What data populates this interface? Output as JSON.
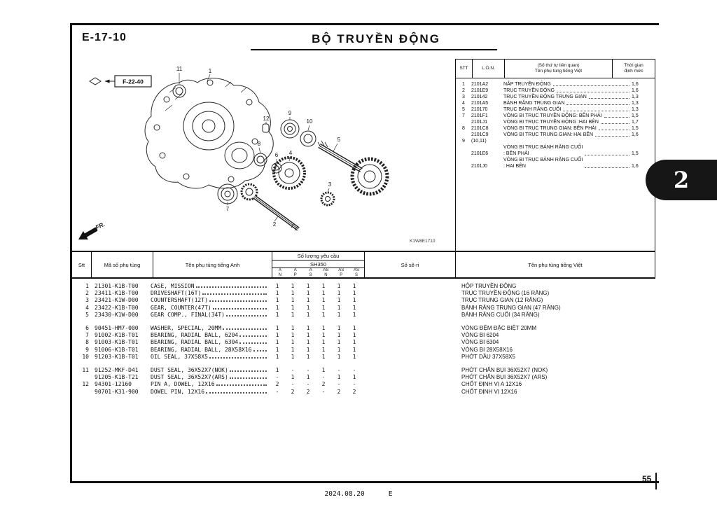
{
  "header": {
    "code": "E-17-10",
    "title": "BỘ TRUYỀN ĐỘNG"
  },
  "tab": {
    "label": "2"
  },
  "footer": {
    "date": "2024.08.20",
    "edition": "E",
    "page_number": "55"
  },
  "diagram": {
    "ref_label": "F-22-40",
    "drawing_code": "K1W8E1710",
    "fr_label": "FR.",
    "callouts": [
      "1",
      "2",
      "3",
      "4",
      "5",
      "6",
      "7",
      "8",
      "9",
      "10",
      "11",
      "12"
    ]
  },
  "ref_table": {
    "headers": {
      "stt": "STT",
      "lon": "L.O.N.",
      "name_line1": "(Số thứ tự liên quan)",
      "name_line2": "Tên phụ tùng tiếng Việt",
      "time_line1": "Thời gian",
      "time_line2": "định mức"
    },
    "rows": [
      {
        "stt": "1",
        "lon": "2101A2",
        "name": "NẮP TRUYỀN ĐỘNG",
        "time": "1,6"
      },
      {
        "stt": "2",
        "lon": "2101E9",
        "name": "TRỤC TRUYỀN ĐỘNG",
        "time": "1,6"
      },
      {
        "stt": "3",
        "lon": "210142",
        "name": "TRỤC TRUYỀN ĐỘNG TRUNG GIAN",
        "time": "1,3"
      },
      {
        "stt": "4",
        "lon": "2101A5",
        "name": "BÁNH RĂNG TRUNG GIAN",
        "time": "1,3"
      },
      {
        "stt": "5",
        "lon": "210170",
        "name": "TRỤC BÁNH RĂNG CUỐI",
        "time": "1,3"
      },
      {
        "stt": "7",
        "lon": "2101F1",
        "name": "VÒNG BI TRỤC TRUYỀN ĐỘNG: BÊN PHẢI",
        "time": "1,5"
      },
      {
        "stt": "",
        "lon": "2101J1",
        "name": "VÒNG BI TRỤC TRUYỀN ĐỘNG :HAI BÊN",
        "time": "1,7"
      },
      {
        "stt": "8",
        "lon": "2101C8",
        "name": "VÒNG BI TRỤC TRUNG GIAN: BÊN PHẢI",
        "time": "1,5"
      },
      {
        "stt": "",
        "lon": "2101C9",
        "name": "VÒNG BI TRỤC TRUNG GIAN: HAI BÊN",
        "time": "1,6"
      },
      {
        "stt": "9",
        "lon": "(10,11)",
        "name": "",
        "time": ""
      },
      {
        "stt": "",
        "lon": "2101E6",
        "name": "VÒNG BI TRỤC BÁNH RĂNG CUỐI\n: BÊN PHẢI",
        "time": "1,5"
      },
      {
        "stt": "",
        "lon": "2101J0",
        "name": "VÒNG BI TRỤC BÁNH RĂNG CUỐI\n: HAI BÊN",
        "time": "1,6"
      }
    ]
  },
  "parts_table": {
    "headers": {
      "stt": "Stt",
      "code": "Mã số phụ tùng",
      "name_en": "Tên phụ tùng tiếng Anh",
      "qty_group": "Số lượng yêu cầu",
      "qty_model": "SH350",
      "seri": "Số sê-ri",
      "name_vi": "Tên phụ tùng tiếng Việt"
    },
    "qty_cols": [
      {
        "top": "A",
        "bottom": "N"
      },
      {
        "top": "A",
        "bottom": "P"
      },
      {
        "top": "A",
        "bottom": "S"
      },
      {
        "top": "AS",
        "bottom": "N"
      },
      {
        "top": "AS",
        "bottom": "P"
      },
      {
        "top": "AS",
        "bottom": "S"
      }
    ],
    "group1": [
      {
        "stt": "1",
        "code": "21301-K1B-T00",
        "name": "CASE, MISSION",
        "qty": [
          "1",
          "1",
          "1",
          "1",
          "1",
          "1"
        ],
        "viet": "HỘP TRUYỀN ĐỘNG"
      },
      {
        "stt": "2",
        "code": "23411-K1B-T00",
        "name": "DRIVESHAFT(16T)",
        "qty": [
          "1",
          "1",
          "1",
          "1",
          "1",
          "1"
        ],
        "viet": "TRỤC TRUYỀN ĐỘNG (16 RĂNG)"
      },
      {
        "stt": "3",
        "code": "23421-K1W-D00",
        "name": "COUNTERSHAFT(12T)",
        "qty": [
          "1",
          "1",
          "1",
          "1",
          "1",
          "1"
        ],
        "viet": "TRỤC TRUNG GIAN (12 RĂNG)"
      },
      {
        "stt": "4",
        "code": "23422-K1B-T00",
        "name": "GEAR, COUNTER(47T)",
        "qty": [
          "1",
          "1",
          "1",
          "1",
          "1",
          "1"
        ],
        "viet": "BÁNH RĂNG TRUNG GIAN (47 RĂNG)"
      },
      {
        "stt": "5",
        "code": "23430-K1W-D00",
        "name": "GEAR COMP., FINAL(34T)",
        "qty": [
          "1",
          "1",
          "1",
          "1",
          "1",
          "1"
        ],
        "viet": "BÁNH RĂNG CUỐI (34 RĂNG)"
      }
    ],
    "group2": [
      {
        "stt": "6",
        "code": "90451-HM7-000",
        "name": "WASHER, SPECIAL, 20MM",
        "qty": [
          "1",
          "1",
          "1",
          "1",
          "1",
          "1"
        ],
        "viet": "VÒNG ĐỆM ĐẶC BIỆT 20MM"
      },
      {
        "stt": "7",
        "code": "91002-K1B-T01",
        "name": "BEARING, RADIAL BALL, 6204",
        "qty": [
          "1",
          "1",
          "1",
          "1",
          "1",
          "1"
        ],
        "viet": "VÒNG BI 6204"
      },
      {
        "stt": "8",
        "code": "91003-K1B-T01",
        "name": "BEARING, RADIAL BALL, 6304",
        "qty": [
          "1",
          "1",
          "1",
          "1",
          "1",
          "1"
        ],
        "viet": "VÒNG BI 6304"
      },
      {
        "stt": "9",
        "code": "91006-K1B-T01",
        "name": "BEARING, RADIAL BALL, 28X58X16",
        "qty": [
          "1",
          "1",
          "1",
          "1",
          "1",
          "1"
        ],
        "viet": "VÒNG BI 28X58X16"
      },
      {
        "stt": "10",
        "code": "91203-K1B-T01",
        "name": "OIL SEAL, 37X58X5",
        "qty": [
          "1",
          "1",
          "1",
          "1",
          "1",
          "1"
        ],
        "viet": "PHỚT DẦU 37X58X5"
      }
    ],
    "group3": [
      {
        "stt": "11",
        "code": "91252-MKF-D41",
        "name": "DUST SEAL, 36X52X7(NOK)",
        "qty": [
          "1",
          "-",
          "-",
          "1",
          "-",
          "-"
        ],
        "viet": "PHỚT CHẮN BỤI 36X52X7 (NOK)"
      },
      {
        "stt": "",
        "code": "91205-K1B-T21",
        "name": "DUST SEAL, 36X52X7(ARS)",
        "qty": [
          "-",
          "1",
          "1",
          "-",
          "1",
          "1"
        ],
        "viet": "PHỚT CHẮN BỤI 36X52X7 (ARS)"
      },
      {
        "stt": "12",
        "code": "94301-12160",
        "name": "PIN A, DOWEL, 12X16",
        "qty": [
          "2",
          "-",
          "-",
          "2",
          "-",
          "-"
        ],
        "viet": "CHỐT ĐỊNH VỊ A 12X16"
      },
      {
        "stt": "",
        "code": "90701-K31-900",
        "name": "DOWEL PIN, 12X16",
        "qty": [
          "-",
          "2",
          "2",
          "-",
          "2",
          "2"
        ],
        "viet": "CHỐT ĐỊNH VỊ 12X16"
      }
    ]
  }
}
